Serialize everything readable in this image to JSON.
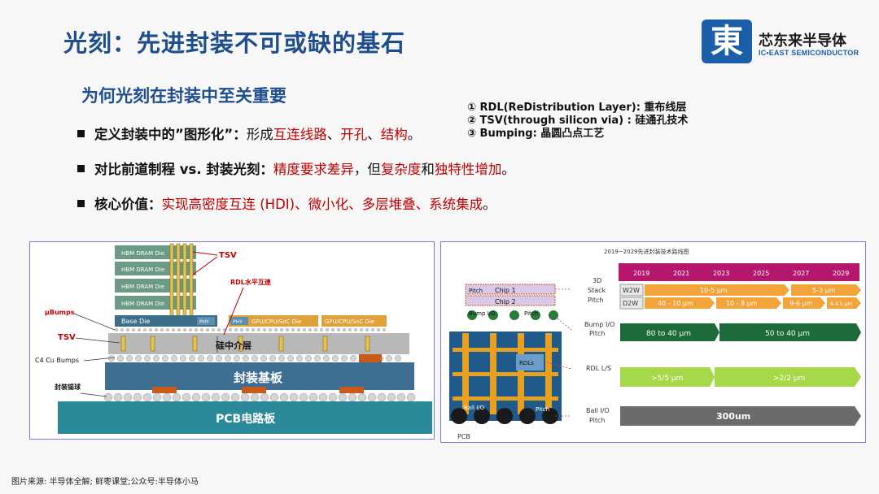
{
  "header": {
    "title": "光刻：先进封装不可或缺的基石",
    "logo_glyph": "東",
    "logo_name": "芯东来半导体",
    "logo_sub": "IC•EAST SEMICONDUCTOR",
    "brand_color": "#1a5fa8"
  },
  "subtitle": "为何光刻在封装中至关重要",
  "bullets": [
    {
      "label": "定义封装中的”图形化”：",
      "pre": "形成",
      "hl1": "互连线路",
      "sep1": "、",
      "hl2": "开孔",
      "sep2": "、",
      "hl3": "结构",
      "post": "。"
    },
    {
      "label": "对比前道制程 vs. 封装光刻：",
      "hl1": "精度要求差异",
      "mid": "，但",
      "hl2": "复杂度",
      "mid2": "和",
      "hl3": "独特性增加",
      "post": "。"
    },
    {
      "label": "核心价值：",
      "hl1": "实现高密度互连 (HDI)、微小化、多层堆叠、系统集成",
      "post": "。"
    }
  ],
  "notes": [
    "① RDL(ReDistribution Layer): 重布线层",
    "② TSV(through silicon via) : 硅通孔技术",
    "③ Bumping: 晶圆凸点工艺"
  ],
  "left_diagram": {
    "hbm_dies": [
      "HBM DRAM Die",
      "HBM DRAM Die",
      "HBM DRAM Die",
      "HBM DRAM Die"
    ],
    "base_die": "Base Die",
    "phy1": "PHY",
    "phy2": "PHY",
    "gpu1": "GPU/CPU/SoC Die",
    "gpu2": "GPU/CPU/SoC Die",
    "interposer": "硅中介层",
    "substrate": "封装基板",
    "pcb": "PCB电路板",
    "lbl_tsv_top": "TSV",
    "lbl_rdl": "RDL水平互連",
    "lbl_ubumps": "μBumps",
    "lbl_tsv_left": "TSV",
    "lbl_c4": "C4 Cu Bumps",
    "lbl_solder": "封装锡球"
  },
  "right_diagram": {
    "title": "2019~2029先进封装技术路线图",
    "years": [
      "2019",
      "2021",
      "2023",
      "2025",
      "2027",
      "2029"
    ],
    "pitch": "Pitch",
    "chip1": "Chip 1",
    "chip2": "Chip 2",
    "bump_io": "Bump I/O",
    "rdls": "RDLs",
    "ball_io": "Ball I/O",
    "pitch_bottom": "Pitch",
    "pcb": "PCB",
    "rows": {
      "stack_label": "3D Stack Pitch",
      "w2w": "W2W",
      "d2w": "D2W",
      "w2w_v1": "10-5 μm",
      "w2w_v2": "5-3 μm",
      "d2w_v1": "40 - 10 μm",
      "d2w_v2": "10 - 8 μm",
      "d2w_v3": "9-6 μm",
      "d2w_v4": "6-4.5 μm",
      "bump_label": "Bump I/O Pitch",
      "bump_v1": "80 to 40 μm",
      "bump_v2": "50 to 40 μm",
      "rdl_label": "RDL L/S",
      "rdl_v1": ">5/5 μm",
      "rdl_v2": ">2/2 μm",
      "ball_label": "Ball I/O Pitch",
      "ball_v1": "300um"
    },
    "colors": {
      "year_bar": "#b5176d",
      "orange": "#f2a33a",
      "green": "#1d6b3a",
      "lime": "#a6d84a",
      "gray": "#6b6b6b"
    }
  },
  "footer": "图片来源: 半导体全解; 鲜枣课堂;公众号:半导体小马"
}
